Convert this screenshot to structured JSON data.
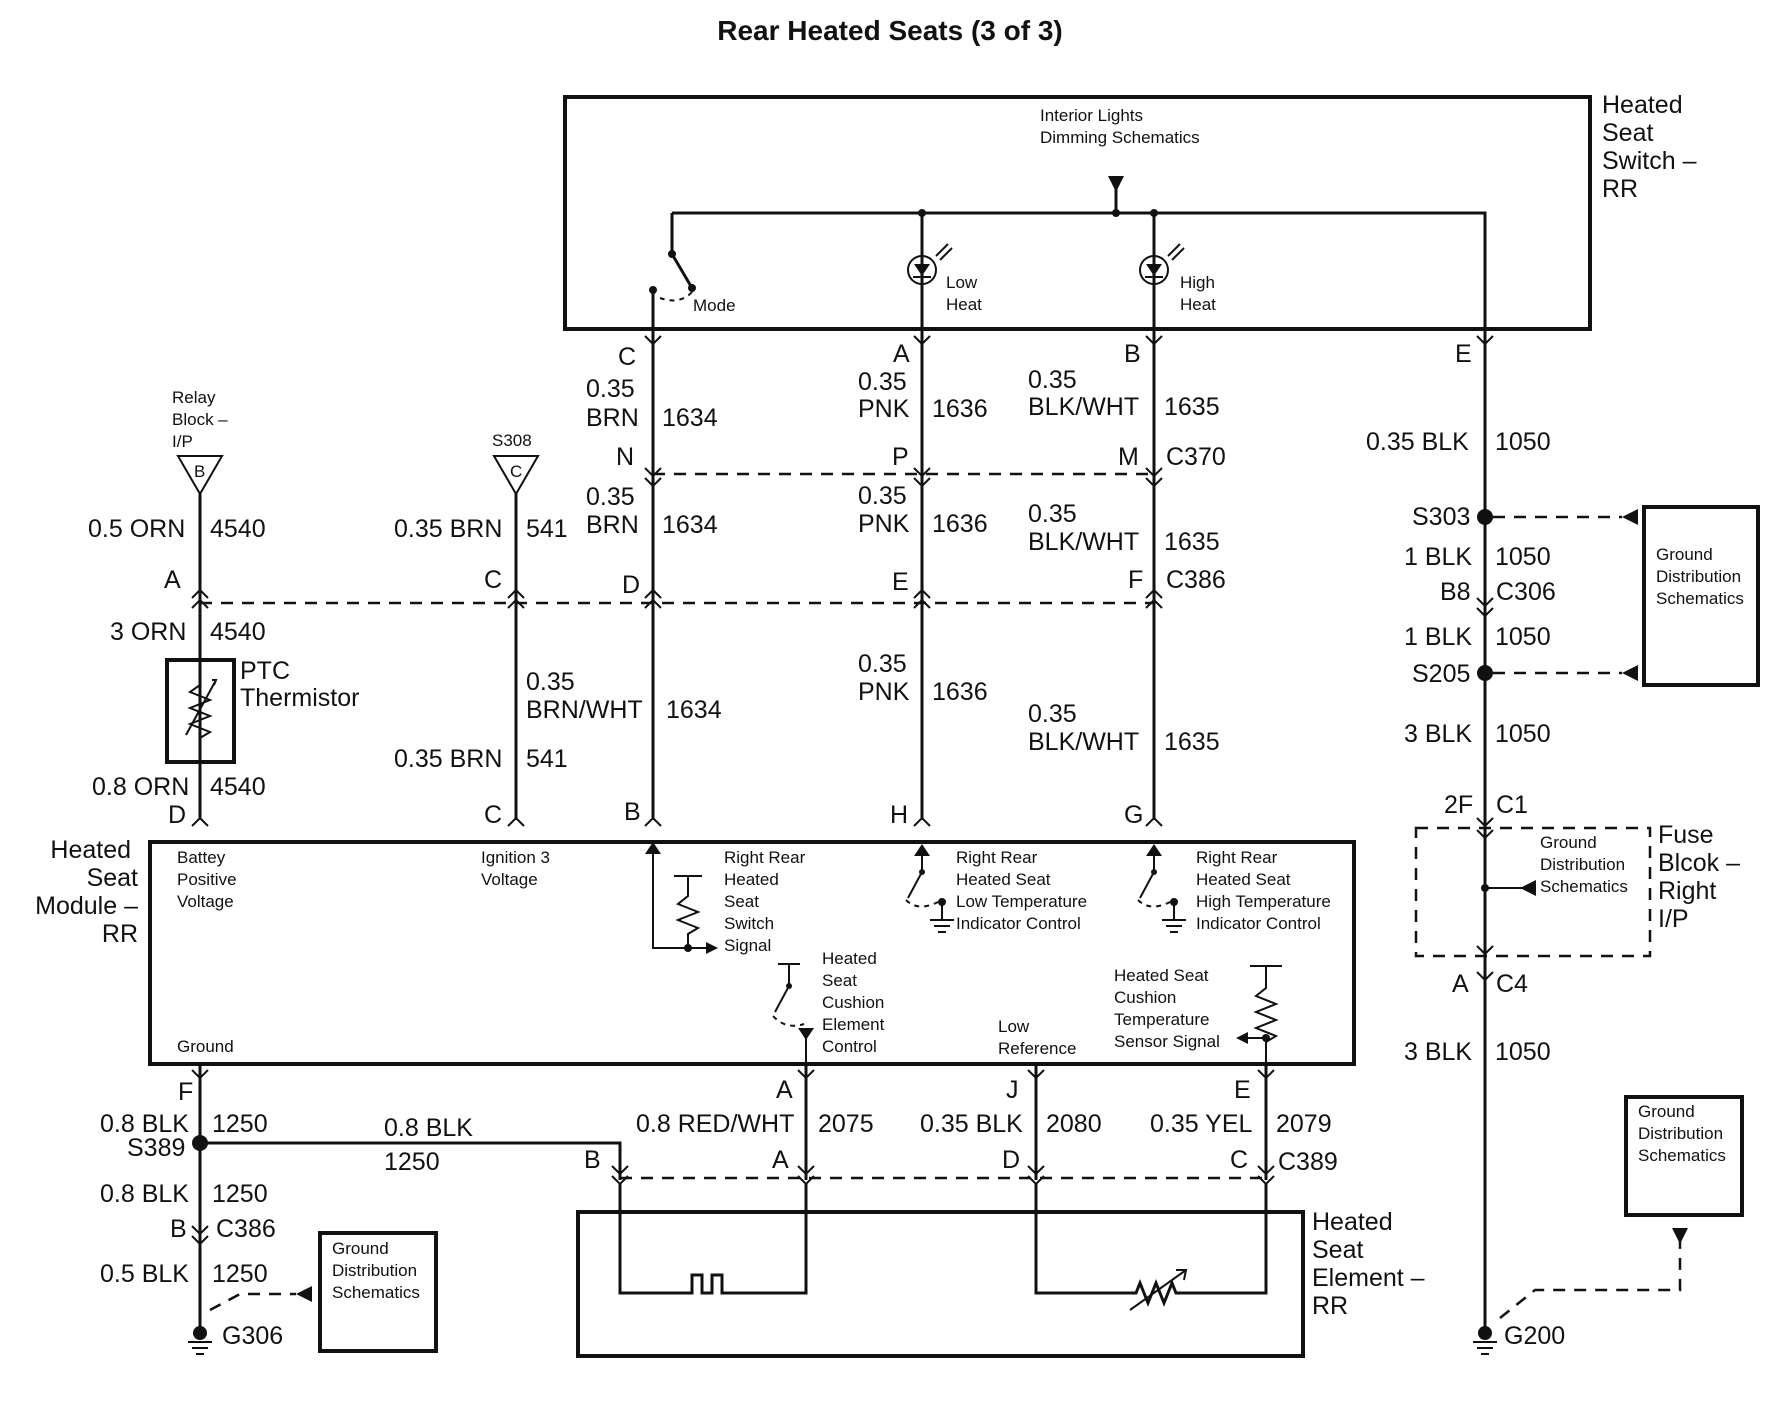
{
  "title": "Rear Heated Seats (3 of 3)",
  "components": {
    "switch_label": "Heated Seat Switch – RR",
    "switch_note_1": "Interior Lights",
    "switch_note_2": "Dimming Schematics",
    "mode": "Mode",
    "low_heat_1": "Low",
    "low_heat_2": "Heat",
    "high_heat_1": "High",
    "high_heat_2": "Heat",
    "module_label": "Heated Seat Module – RR",
    "battery_1": "Battey",
    "battery_2": "Positive",
    "battery_3": "Voltage",
    "ign_1": "Ignition 3",
    "ign_2": "Voltage",
    "ground": "Ground",
    "rr_switch_signal": [
      "Right Rear",
      "Heated",
      "Seat",
      "Switch",
      "Signal"
    ],
    "rr_low_temp": [
      "Right Rear",
      "Heated Seat",
      "Low Temperature",
      "Indicator Control"
    ],
    "rr_high_temp": [
      "Right Rear",
      "Heated Seat",
      "High Temperature",
      "Indicator Control"
    ],
    "cushion_element": [
      "Heated",
      "Seat",
      "Cushion",
      "Element",
      "Control"
    ],
    "low_ref_1": "Low",
    "low_ref_2": "Reference",
    "cushion_sensor": [
      "Heated Seat",
      "Cushion",
      "Temperature",
      "Sensor Signal"
    ],
    "element_label": "Heated Seat Element – RR",
    "relay_block": [
      "Relay",
      "Block –",
      "I/P"
    ],
    "relay_pin": "B",
    "s308": "S308",
    "s308_pin": "C",
    "ptc": "PTC",
    "thermistor": "Thermistor",
    "fuse_block": "Fuse Blcok – Right I/P",
    "gds": [
      "Ground",
      "Distribution",
      "Schematics"
    ]
  },
  "wires": {
    "c_pin": "C",
    "a_pin": "A",
    "b_pin": "B",
    "e_pin": "E",
    "w1634_gauge": "0.35",
    "w1634_color": "BRN",
    "w1634_circuit": "1634",
    "w1636_gauge": "0.35",
    "w1636_color": "PNK",
    "w1636_circuit": "1636",
    "w1635_gauge": "0.35",
    "w1635_color": "BLK/WHT",
    "w1635_circuit": "1635",
    "w1050_top": "0.35 BLK",
    "w1050_circuit": "1050",
    "n_pin": "N",
    "p_pin": "P",
    "m_pin": "M",
    "c370": "C370",
    "w4540_top": "0.5 ORN",
    "w4540_circuit": "4540",
    "w541_top": "0.35 BRN",
    "w541_circuit": "541",
    "d_pin": "D",
    "e2_pin": "E",
    "f_pin": "F",
    "c386": "C386",
    "a2_pin": "A",
    "c2_pin": "C",
    "w4540_mid": "3 ORN",
    "w1634_mid_color": "BRN/WHT",
    "w4540_low": "0.8 ORN",
    "w541_low": "0.35 BRN",
    "mod_d": "D",
    "mod_c": "C",
    "mod_b": "B",
    "mod_h": "H",
    "mod_g": "G",
    "s303": "S303",
    "w1050_1blk": "1 BLK",
    "b8": "B8",
    "c306": "C306",
    "s205": "S205",
    "w1050_3blk": "3 BLK",
    "f2": "2F",
    "c1": "C1",
    "a3_pin": "A",
    "c4": "C4",
    "g200": "G200",
    "mod_f": "F",
    "w1250_a": "0.8 BLK",
    "w1250_circuit": "1250",
    "s389": "S389",
    "w1250_b": "0.8 BLK",
    "b2_pin": "B",
    "c386b": "C386",
    "w1250_c": "0.5 BLK",
    "g306": "G306",
    "w1250_horiz": "0.8 BLK",
    "mod_a": "A",
    "w2075": "0.8 RED/WHT",
    "w2075_circuit": "2075",
    "mod_j": "J",
    "w2080": "0.35 BLK",
    "w2080_circuit": "2080",
    "mod_e": "E",
    "w2079": "0.35 YEL",
    "w2079_circuit": "2079",
    "el_b": "B",
    "el_a": "A",
    "el_d": "D",
    "el_c": "C",
    "c389": "C389"
  }
}
